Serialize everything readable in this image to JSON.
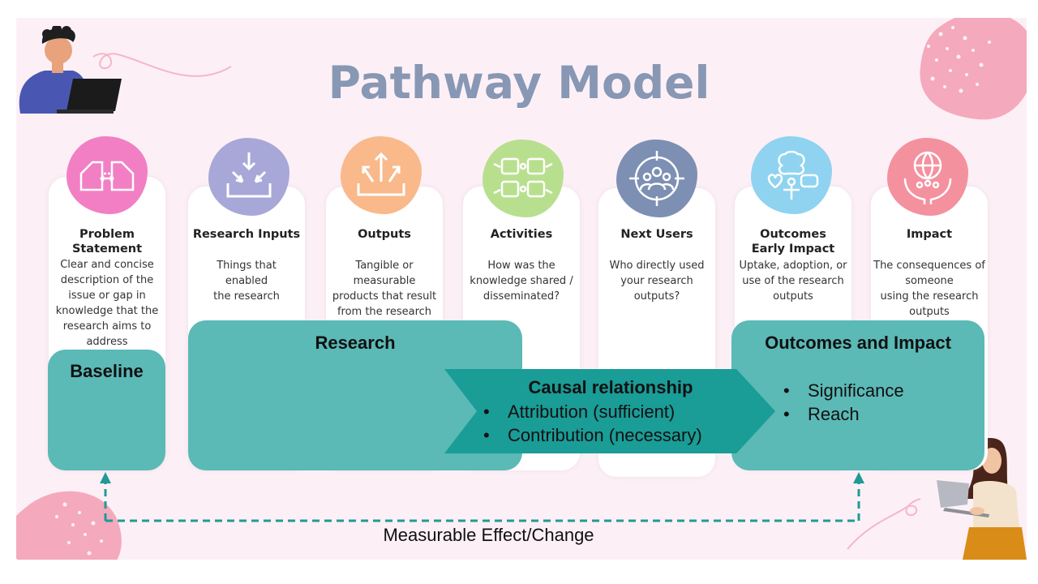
{
  "title": "Pathway Model",
  "columns": [
    {
      "title": "Problem Statement",
      "description": "Clear and concise\ndescription of the\nissue or gap in\nknowledge that the\nresearch aims to\naddress",
      "icon": "bridge-gap-icon",
      "color": "#f27fc4"
    },
    {
      "title": "Research Inputs",
      "description": "Things that\nenabled\nthe research",
      "icon": "inbox-download-icon",
      "color": "#a7a8d8"
    },
    {
      "title": "Outputs",
      "description": "Tangible or\nmeasurable\nproducts that result\nfrom the research",
      "icon": "outbox-arrows-icon",
      "color": "#f9b98a"
    },
    {
      "title": "Activities",
      "description": "How was the\nknowledge shared /\ndisseminated?",
      "icon": "puzzle-hands-icon",
      "color": "#b8df8e"
    },
    {
      "title": "Next Users",
      "description": "Who directly used\nyour research\noutputs?",
      "icon": "target-users-icon",
      "color": "#7d8fb3"
    },
    {
      "title": "Outcomes\nEarly Impact",
      "description": "Uptake, adoption, or\nuse of the research\noutputs",
      "icon": "brain-heart-icon",
      "color": "#8fd3f0"
    },
    {
      "title": "Impact",
      "description": "The consequences of\nsomeone\nusing the research\noutputs",
      "icon": "globe-hands-icon",
      "color": "#f4919f"
    }
  ],
  "overlays": {
    "baseline": "Baseline",
    "research": "Research",
    "causal_title": "Causal relationship",
    "causal_items": [
      "Attribution (sufficient)",
      "Contribution (necessary)"
    ],
    "outcomes_title": "Outcomes and Impact",
    "outcomes_items": [
      "Significance",
      "Reach"
    ],
    "bullet": "•"
  },
  "footer": "Measurable Effect/Change",
  "colors": {
    "teal_box": "#5bb9b6",
    "teal_arrow": "#1a9c97",
    "dashed_line": "#1f9b94",
    "title": "#8797b4",
    "background": "#fcf0f6"
  }
}
